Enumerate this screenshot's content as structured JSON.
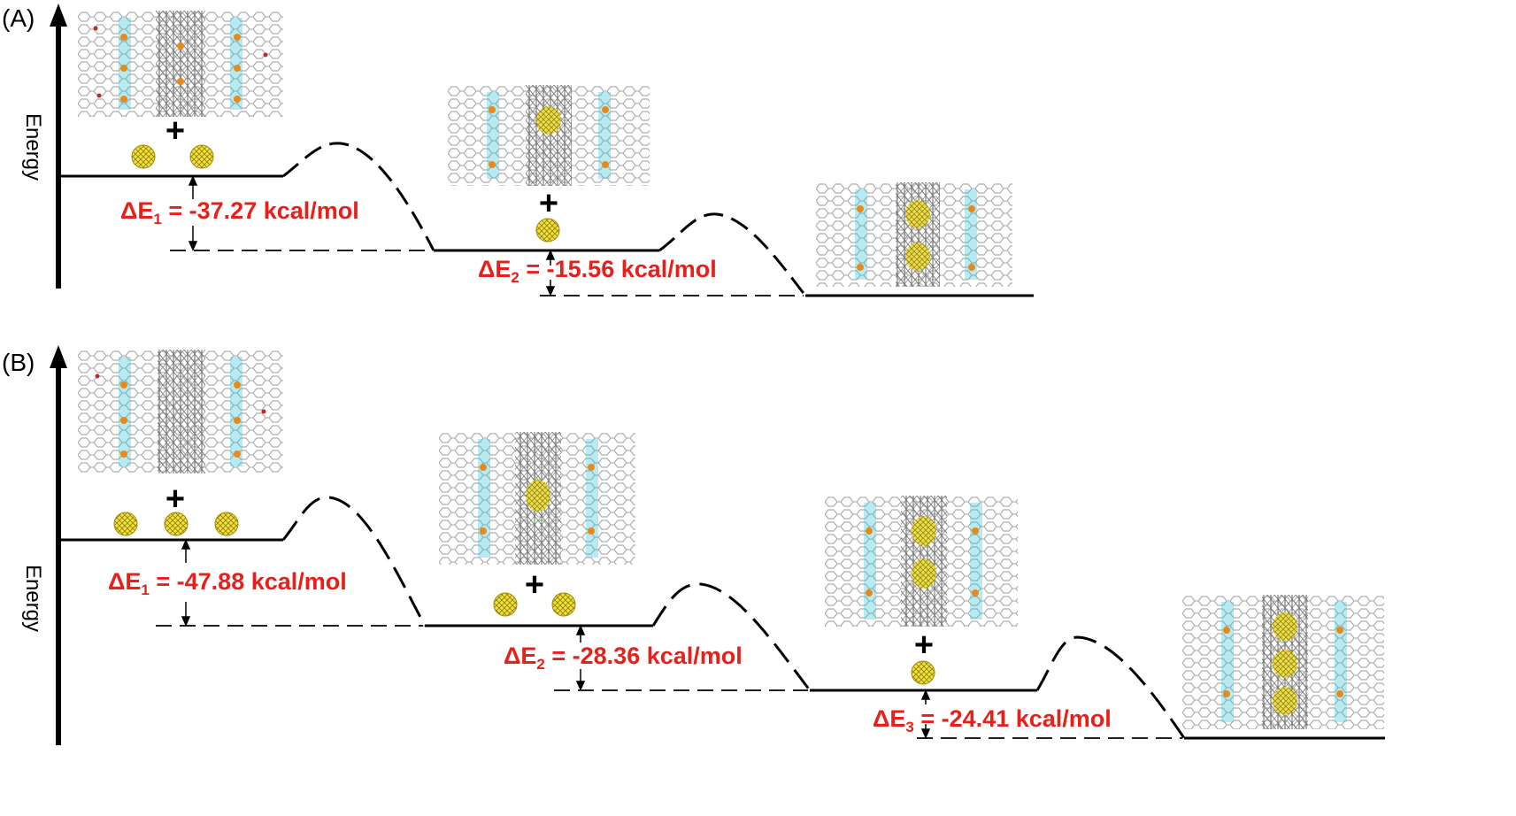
{
  "panels": [
    {
      "id": "A",
      "label": "(A)",
      "axis_label": "Energy",
      "energies": [
        {
          "pre": "ΔE",
          "sub": "1",
          "post": " = -37.27 kcal/mol"
        },
        {
          "pre": "ΔE",
          "sub": "2",
          "post": " = -15.56 kcal/mol"
        }
      ]
    },
    {
      "id": "B",
      "label": "(B)",
      "axis_label": "Energy",
      "energies": [
        {
          "pre": "ΔE",
          "sub": "1",
          "post": " = -47.88 kcal/mol"
        },
        {
          "pre": "ΔE",
          "sub": "2",
          "post": " = -28.36 kcal/mol"
        },
        {
          "pre": "ΔE",
          "sub": "3",
          "post": " = -24.41 kcal/mol"
        }
      ]
    }
  ],
  "plus_sign": "+",
  "colors": {
    "energy_text": "#e8201a",
    "fullerene": "#e8d21c",
    "framework": "#9a9a9a",
    "cyan_atoms": "#35c6d6",
    "orange_atoms": "#e88a1a",
    "red_atoms": "#c0282a"
  }
}
